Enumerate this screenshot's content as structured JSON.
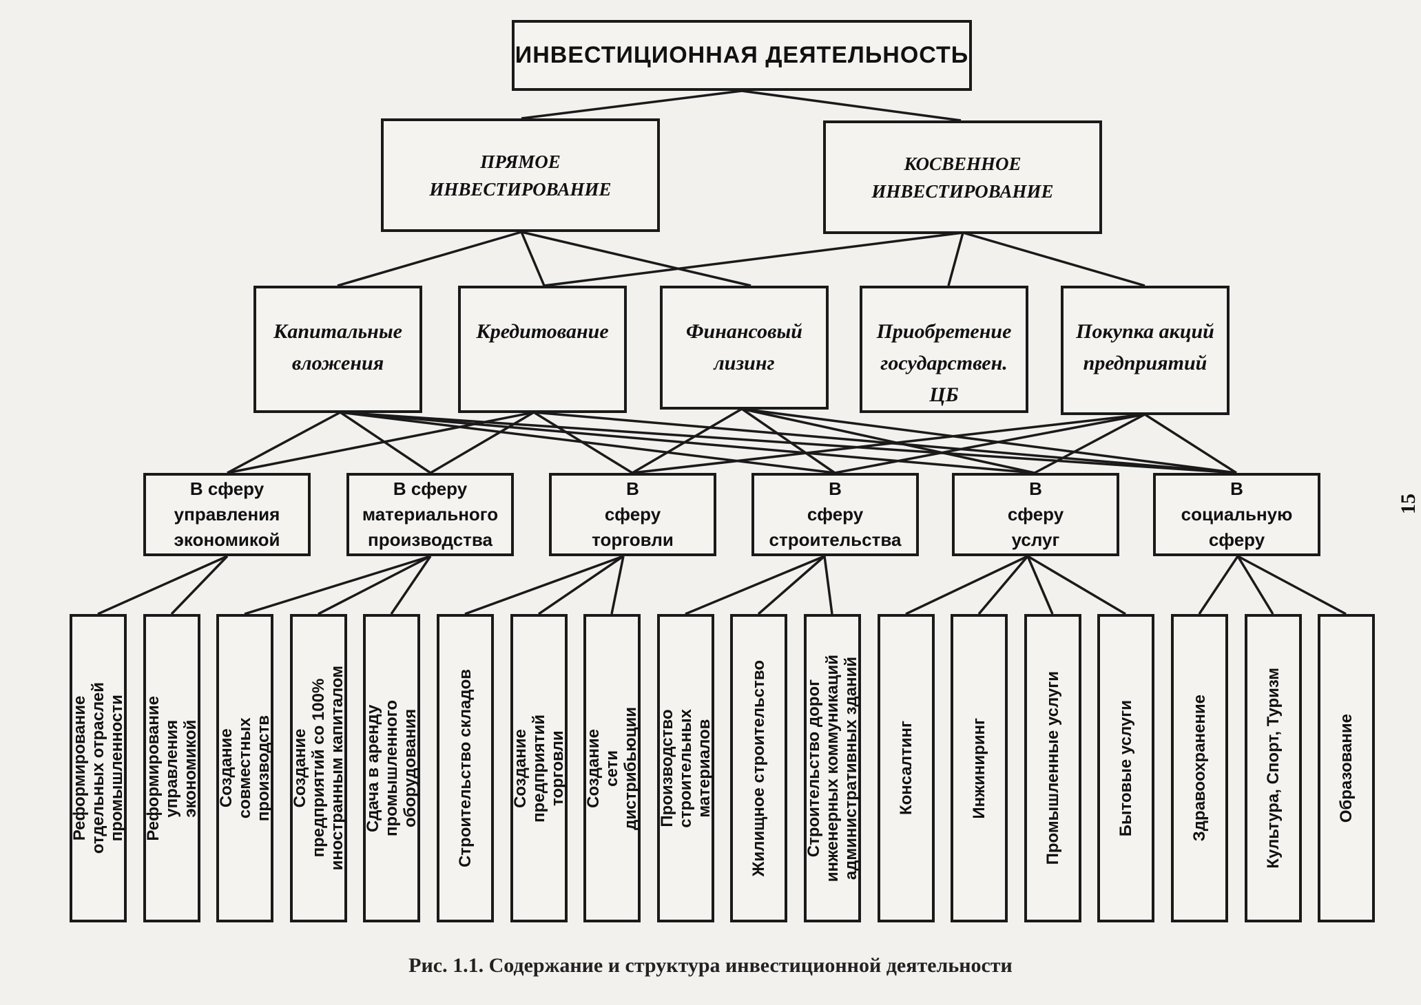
{
  "title": "ИНВЕСТИЦИОННАЯ  ДЕЯТЕЛЬНОСТЬ",
  "level2": [
    {
      "lines": [
        "ПРЯМОЕ",
        "ИНВЕСТИРОВАНИЕ"
      ]
    },
    {
      "lines": [
        "КОСВЕННОЕ",
        "ИНВЕСТИРОВАНИЕ"
      ]
    }
  ],
  "level3": [
    {
      "lines": [
        "Капитальные",
        "вложения"
      ]
    },
    {
      "lines": [
        "Кредитование"
      ]
    },
    {
      "lines": [
        "Финансовый",
        "лизинг"
      ]
    },
    {
      "lines": [
        "Приобретение",
        "государствен.",
        "ЦБ"
      ]
    },
    {
      "lines": [
        "Покупка акций",
        "предприятий"
      ]
    }
  ],
  "level4": [
    {
      "lines": [
        "В  сферу",
        "управления",
        "экономикой"
      ]
    },
    {
      "lines": [
        "В сферу",
        "материального",
        "производства"
      ]
    },
    {
      "lines": [
        "В",
        "сферу",
        "торговли"
      ]
    },
    {
      "lines": [
        "В",
        "сферу",
        "строительства"
      ]
    },
    {
      "lines": [
        "В",
        "сферу",
        "услуг"
      ]
    },
    {
      "lines": [
        "В",
        "социальную",
        "сферу"
      ]
    }
  ],
  "level5": [
    {
      "lines": [
        "Реформирование",
        "отдельных  отраслей",
        "промышленности"
      ]
    },
    {
      "lines": [
        "Реформирование",
        "управления",
        "экономикой"
      ]
    },
    {
      "lines": [
        "Создание",
        "совместных",
        "производств"
      ]
    },
    {
      "lines": [
        "Создание",
        "предприятий  со  100%",
        "иностранным  капиталом"
      ]
    },
    {
      "lines": [
        "Сдача  в  аренду",
        "промышленного",
        "оборудования"
      ]
    },
    {
      "lines": [
        "Строительство  складов"
      ]
    },
    {
      "lines": [
        "Создание",
        "предприятий",
        "торговли"
      ]
    },
    {
      "lines": [
        "Создание",
        "сети",
        "дистрибьюции"
      ]
    },
    {
      "lines": [
        "Производство",
        "строительных",
        "материалов"
      ]
    },
    {
      "lines": [
        "Жилищное  строительство"
      ]
    },
    {
      "lines": [
        "Строительство  дорог",
        "инженерных коммуникаций",
        "административных  зданий"
      ]
    },
    {
      "lines": [
        "Консалтинг"
      ]
    },
    {
      "lines": [
        "Инжиниринг"
      ]
    },
    {
      "lines": [
        "Промышленные  услуги"
      ]
    },
    {
      "lines": [
        "Бытовые  услуги"
      ]
    },
    {
      "lines": [
        "Здравоохранение"
      ]
    },
    {
      "lines": [
        "Культура, Спорт, Туризм"
      ]
    },
    {
      "lines": [
        "Образование"
      ]
    }
  ],
  "caption": "Рис. 1.1. Содержание и структура инвестиционной деятельности",
  "page_number": "15"
}
